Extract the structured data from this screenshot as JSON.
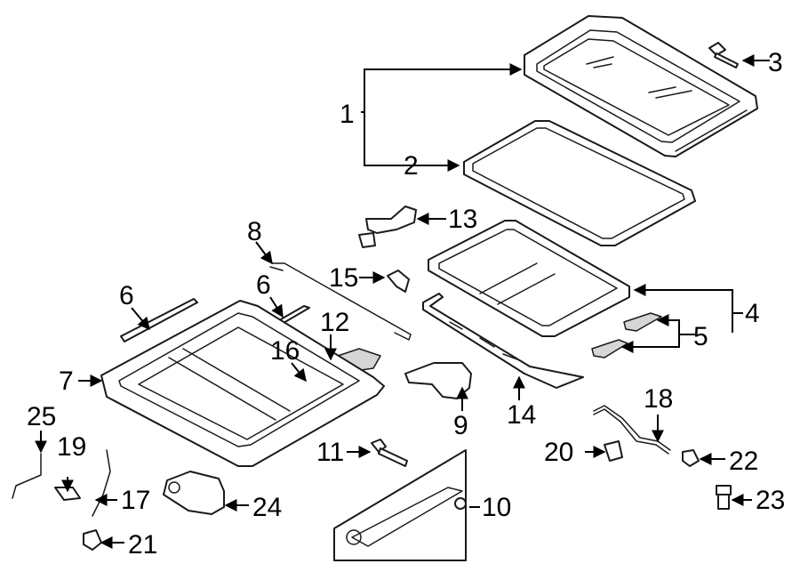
{
  "callouts": {
    "c1": "1",
    "c2": "2",
    "c3": "3",
    "c4": "4",
    "c5": "5",
    "c6a": "6",
    "c6b": "6",
    "c7": "7",
    "c8": "8",
    "c9": "9",
    "c10": "10",
    "c11": "11",
    "c12": "12",
    "c13": "13",
    "c14": "14",
    "c15": "15",
    "c16": "16",
    "c17": "17",
    "c18": "18",
    "c19": "19",
    "c20": "20",
    "c21": "21",
    "c22": "22",
    "c23": "23",
    "c24": "24",
    "c25": "25"
  },
  "colors": {
    "line": "#1a1a1a",
    "fill": "#ffffff",
    "shade": "#d6d6d6"
  }
}
